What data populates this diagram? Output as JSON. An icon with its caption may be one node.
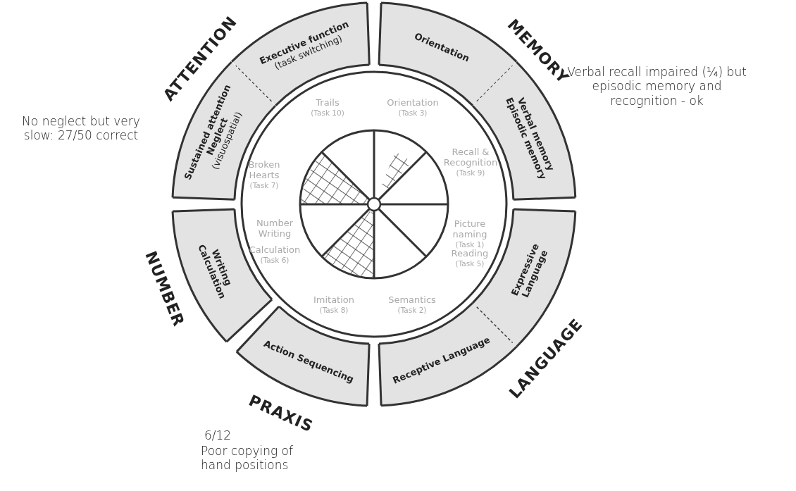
{
  "diagram": {
    "nodes": [
      {
        "text": [
          "Executive function",
          "(task switching)"
        ]
      },
      {
        "text": [
          "Sustained attention",
          "Neglect",
          "(visuospatial)"
        ]
      },
      {
        "text": [
          "Orientation"
        ]
      },
      {
        "text": [
          "Verbal memory",
          "Episodic memory"
        ]
      },
      {
        "text": [
          "Writing",
          "Calculation"
        ]
      },
      {
        "text": [
          "Action Sequencing"
        ]
      },
      {
        "text": [
          "Expressive Language"
        ]
      },
      {
        "text": [
          "Receptive Language"
        ]
      },
      {
        "text": [
          "Trails",
          "(Task 10)"
        ]
      },
      {
        "text": [
          "Orientation",
          "(Task 3)"
        ]
      },
      {
        "text": [
          "Recall & Recognition",
          "(Task 9)"
        ]
      },
      {
        "text": [
          "Picture naming",
          "(Task 1)",
          "Reading",
          "(Task 5)"
        ]
      },
      {
        "text": [
          "Semantics",
          "(Task 2)"
        ]
      },
      {
        "text": [
          "Imitation",
          "(Task 8)"
        ]
      },
      {
        "text": [
          "Number Writing",
          "Calculation",
          "(Task 6)"
        ]
      },
      {
        "text": [
          "Broken Hearts",
          "(Task 7)"
        ]
      }
    ],
    "labels": [
      "ATTENTION",
      "MEMORY",
      "Verbal recall impaired (¼) but episodic memory and recognition - ok",
      "No neglect but very slow: 27/50 correct",
      "NUMBER",
      "LANGUAGE",
      "PRAXIS",
      "6/12",
      "Poor copying of hand positions"
    ]
  }
}
